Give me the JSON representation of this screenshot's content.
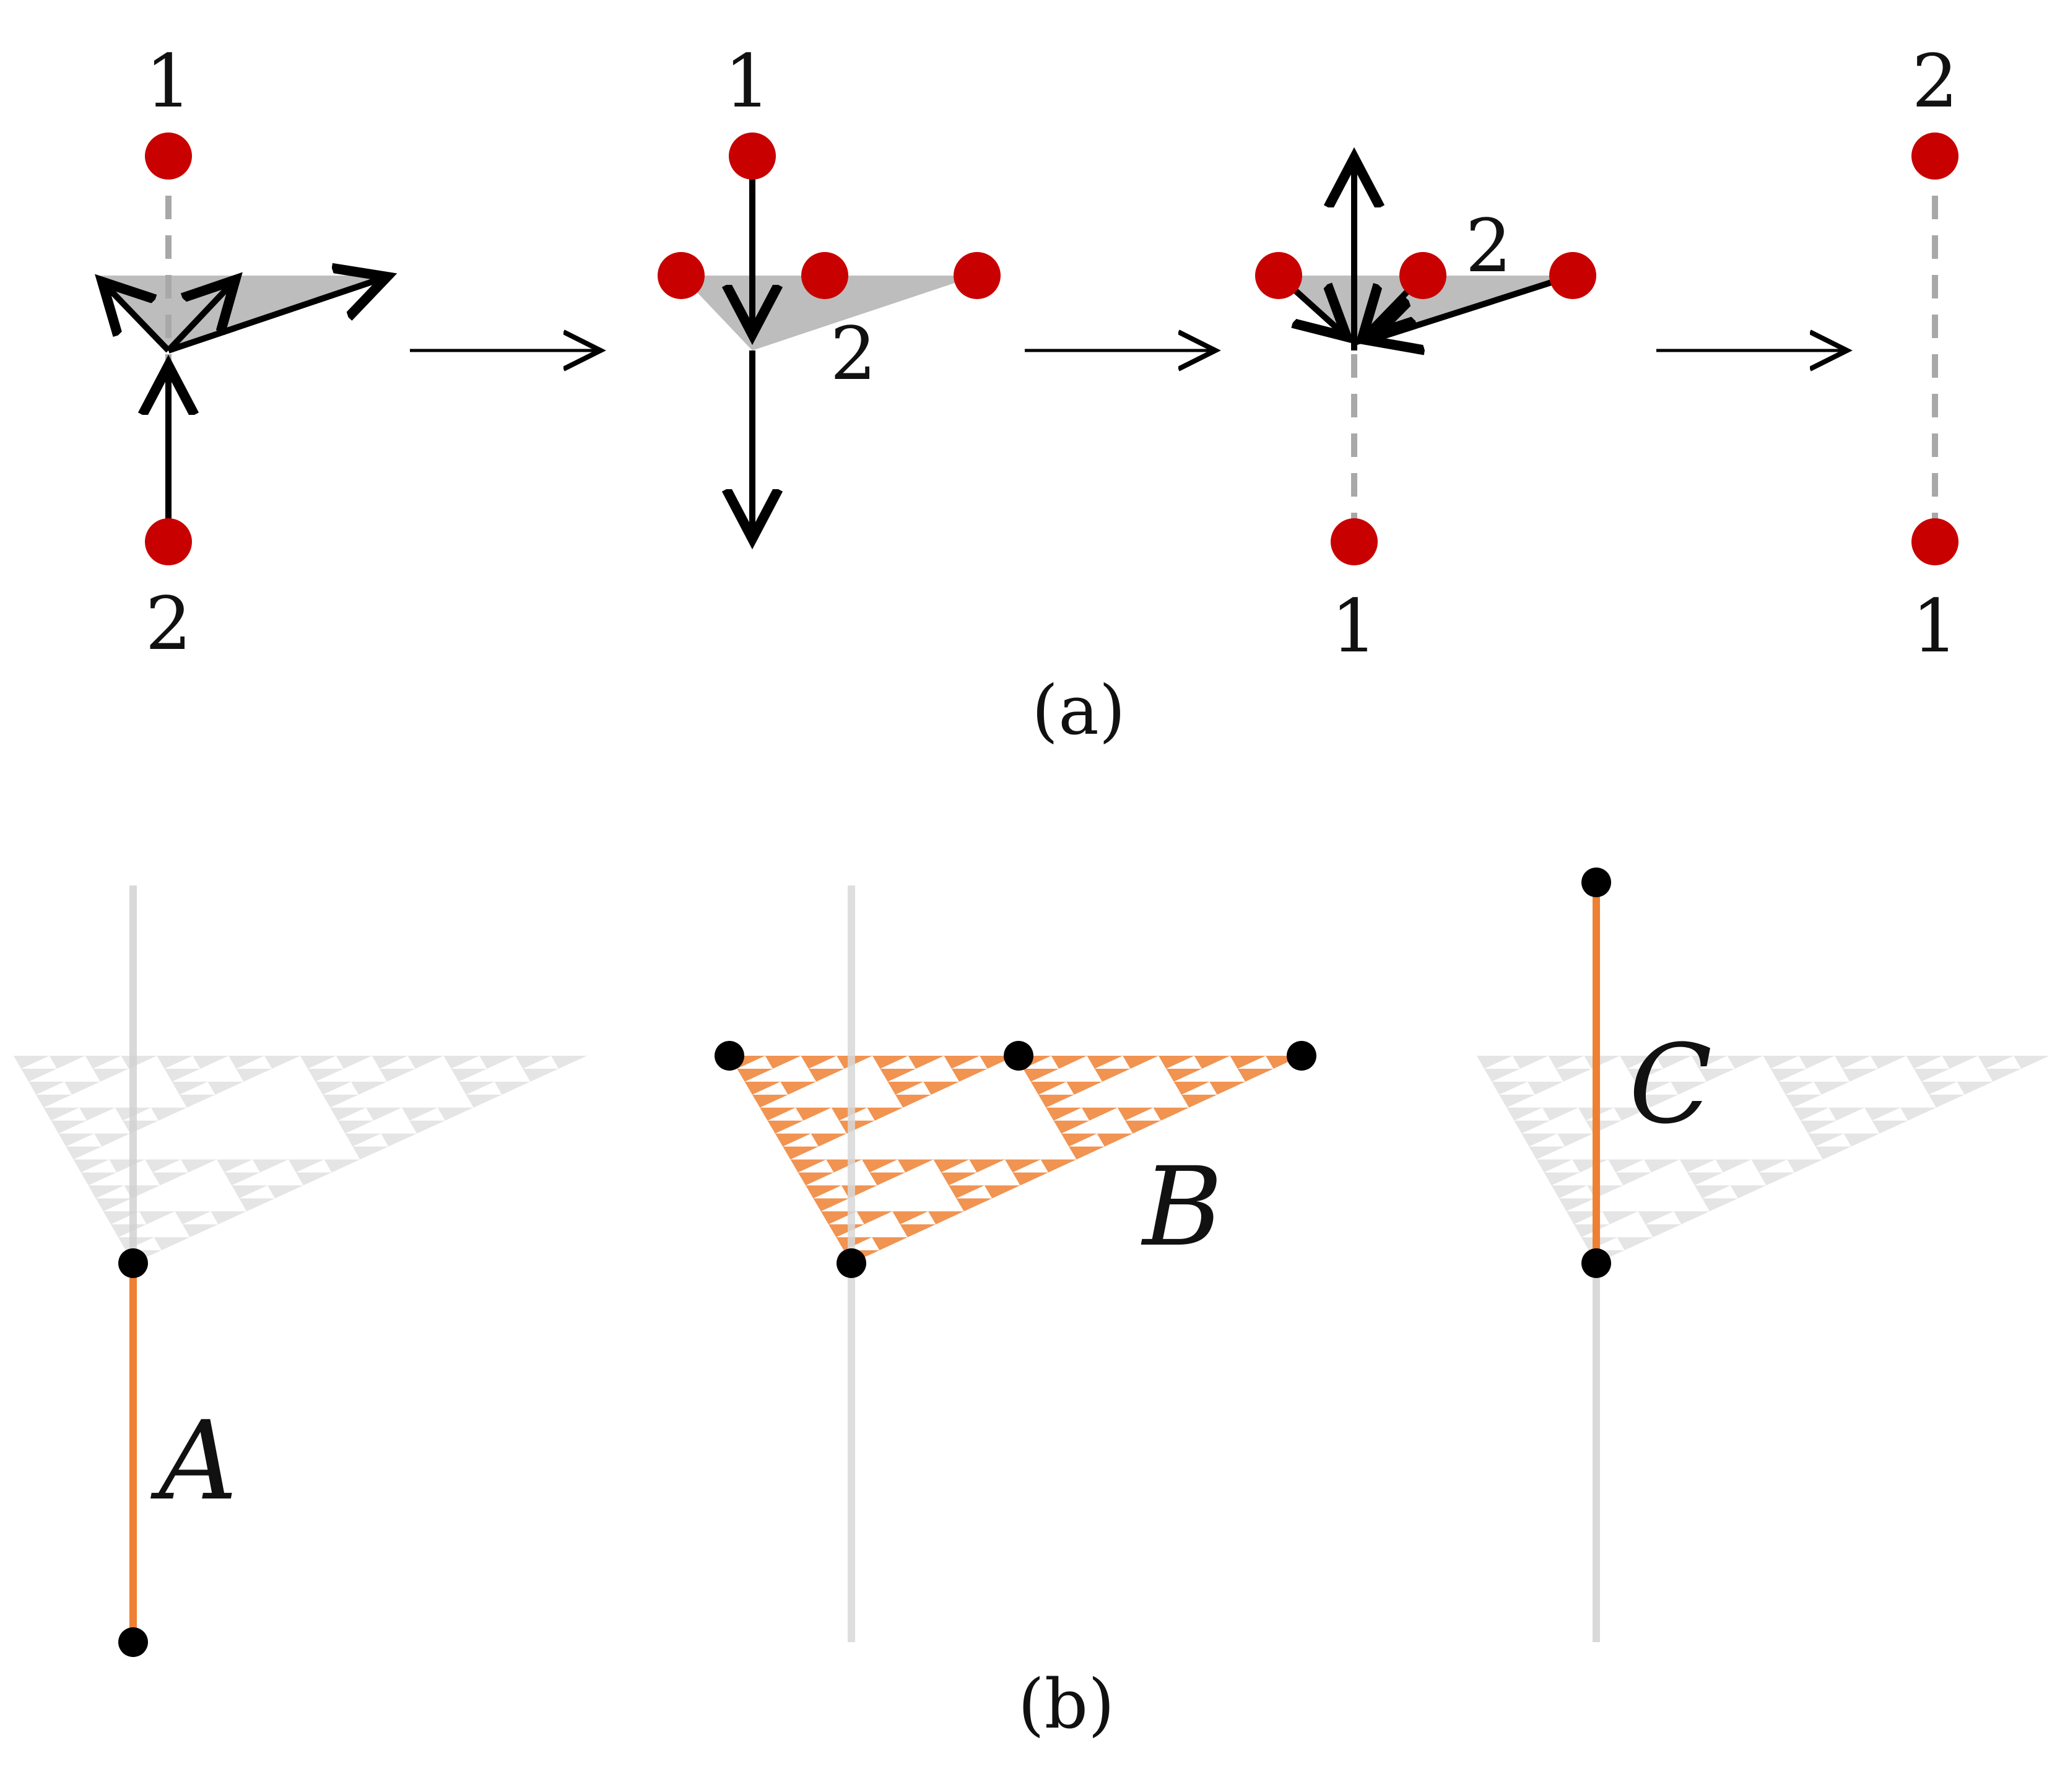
{
  "colors": {
    "node": "#C80000",
    "vertex": "#000000",
    "arrow": "#000000",
    "shade": "#BDBDBD",
    "dashed": "#A8A8A8",
    "faint": "#D9D9D9",
    "orange": "#EE8033"
  },
  "panel_a": {
    "caption": "(a)",
    "stages": [
      {
        "top_label": "1",
        "bottom_label": "2"
      },
      {
        "top_label": "1",
        "inner_label": "2"
      },
      {
        "inner_label": "2",
        "bottom_label": "1"
      },
      {
        "top_label": "2",
        "bottom_label": "1"
      }
    ]
  },
  "panel_b": {
    "caption": "(b)",
    "labels": [
      "A",
      "B",
      "C"
    ]
  }
}
